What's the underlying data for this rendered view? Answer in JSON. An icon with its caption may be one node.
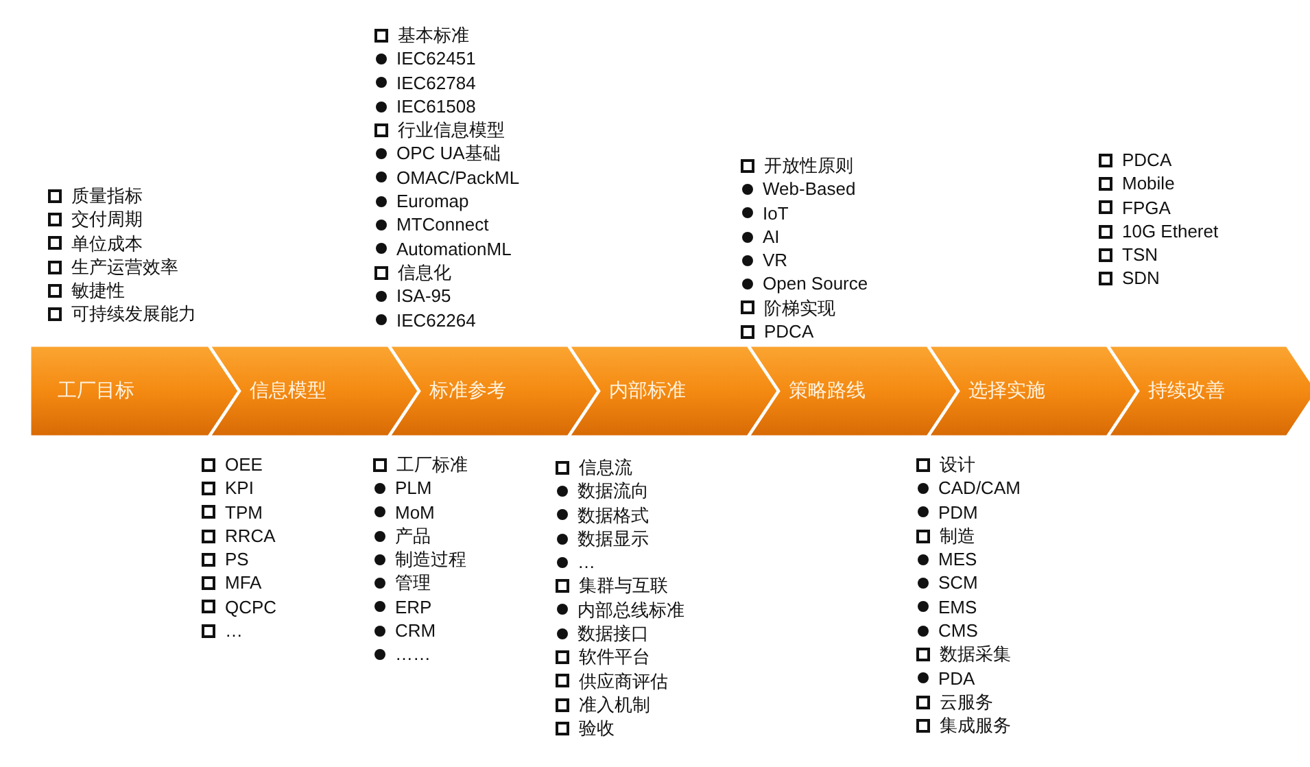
{
  "diagram": {
    "nodes": [
      {
        "text": [
          "工厂目标"
        ],
        "beside": [
          "质量指标",
          "交付周期",
          "单位成本",
          "生产运营效率",
          "敏捷性",
          "可持续发展能力"
        ]
      },
      {
        "text": [
          "信息模型"
        ],
        "beside": [
          "OEE",
          "KPI",
          "TPM",
          "RRCA",
          "PS",
          "MFA",
          "QCPC",
          "…"
        ]
      },
      {
        "text": [
          "标准参考"
        ],
        "beside": [
          "基本标准",
          "IEC62451",
          "IEC62784",
          "IEC61508",
          "行业信息模型",
          "OPC UA基础",
          "OMAC/PackML",
          "Euromap",
          "MTConnect",
          "AutomationML",
          "信息化",
          "ISA-95",
          "IEC62264",
          "工厂标准",
          "PLM",
          "MoM",
          "产品",
          "制造过程",
          "管理",
          "ERP",
          "CRM",
          "……"
        ]
      },
      {
        "text": [
          "内部标准"
        ],
        "beside": [
          "信息流",
          "数据流向",
          "数据格式",
          "数据显示",
          "…",
          "集群与互联",
          "内部总线标准",
          "数据接口",
          "软件平台",
          "供应商评估",
          "准入机制",
          "验收"
        ]
      },
      {
        "text": [
          "策略路线"
        ],
        "beside": [
          "开放性原则",
          "Web-Based",
          "IoT",
          "AI",
          "VR",
          "Open Source",
          "阶梯实现",
          "PDCA"
        ]
      },
      {
        "text": [
          "选择实施"
        ],
        "beside": [
          "设计",
          "CAD/CAM",
          "PDM",
          "制造",
          "MES",
          "SCM",
          "EMS",
          "CMS",
          "数据采集",
          "PDA",
          "云服务",
          "集成服务"
        ]
      },
      {
        "text": [
          "持续改善"
        ],
        "beside": [
          "PDCA",
          "Mobile",
          "FPGA",
          "10G Etheret",
          "TSN",
          "SDN"
        ]
      }
    ]
  }
}
